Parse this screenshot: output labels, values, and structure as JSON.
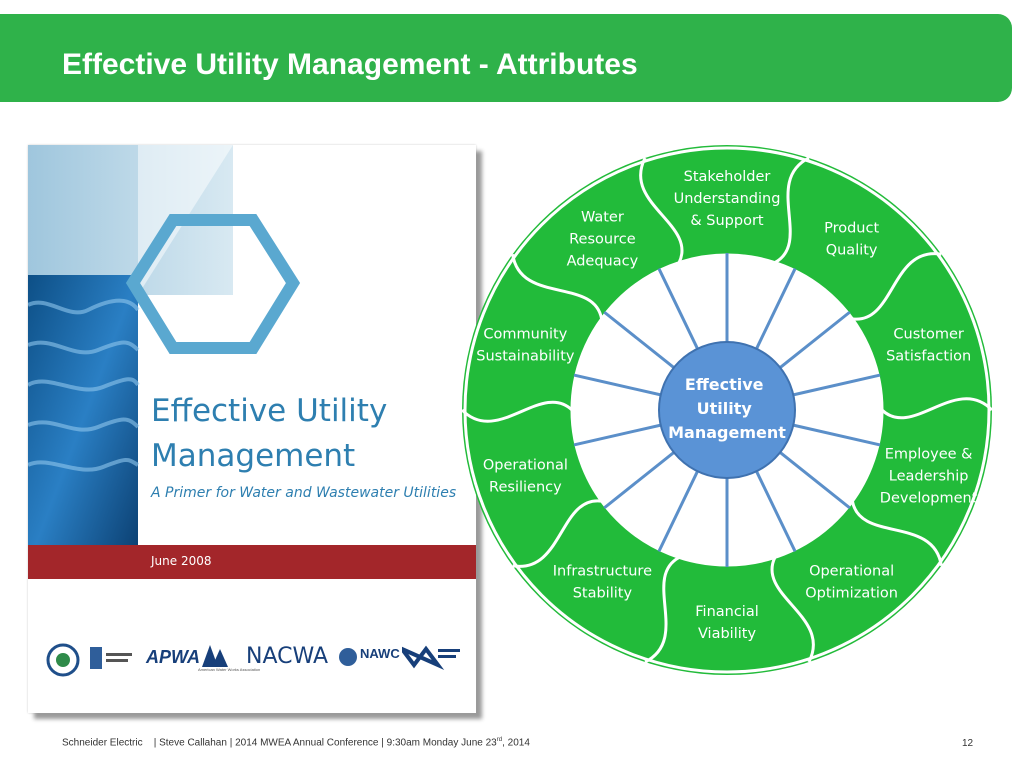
{
  "slide": {
    "title": "Effective Utility Management - Attributes",
    "page_number": "12"
  },
  "footer": {
    "company": "Schneider Electric",
    "presenter": "| Steve Callahan | 2014 MWEA Annual Conference | 9:30am Monday June 23",
    "date_superscript": "rd",
    "year": ", 2014"
  },
  "cover": {
    "title_line1": "Effective Utility",
    "title_line2": "Management",
    "subtitle": "A Primer for Water and Wastewater Utilities",
    "date": "June 2008",
    "logos": [
      "APWA",
      "NACWA",
      "NAWC"
    ],
    "logo_caption": "American Water Works Association"
  },
  "wheel": {
    "center": [
      "Effective",
      "Utility",
      "Management"
    ],
    "attributes": [
      {
        "lines": [
          "Stakeholder",
          "Understanding",
          "& Support"
        ]
      },
      {
        "lines": [
          "Product",
          "Quality"
        ]
      },
      {
        "lines": [
          "Customer",
          "Satisfaction"
        ]
      },
      {
        "lines": [
          "Employee &",
          "Leadership",
          "Development"
        ]
      },
      {
        "lines": [
          "Operational",
          "Optimization"
        ]
      },
      {
        "lines": [
          "Financial",
          "Viability"
        ]
      },
      {
        "lines": [
          "Infrastructure",
          "Stability"
        ]
      },
      {
        "lines": [
          "Operational",
          "Resiliency"
        ]
      },
      {
        "lines": [
          "Community",
          "Sustainability"
        ]
      },
      {
        "lines": [
          "Water",
          "Resource",
          "Adequacy"
        ]
      }
    ]
  },
  "colors": {
    "header_green": "#2fb24a",
    "ring_green": "#22bb3a",
    "spoke_blue": "#5b8fc9",
    "center_blue": "#5a93d6",
    "cover_red": "#a3262a",
    "cover_blue": "#2e7fb0"
  }
}
